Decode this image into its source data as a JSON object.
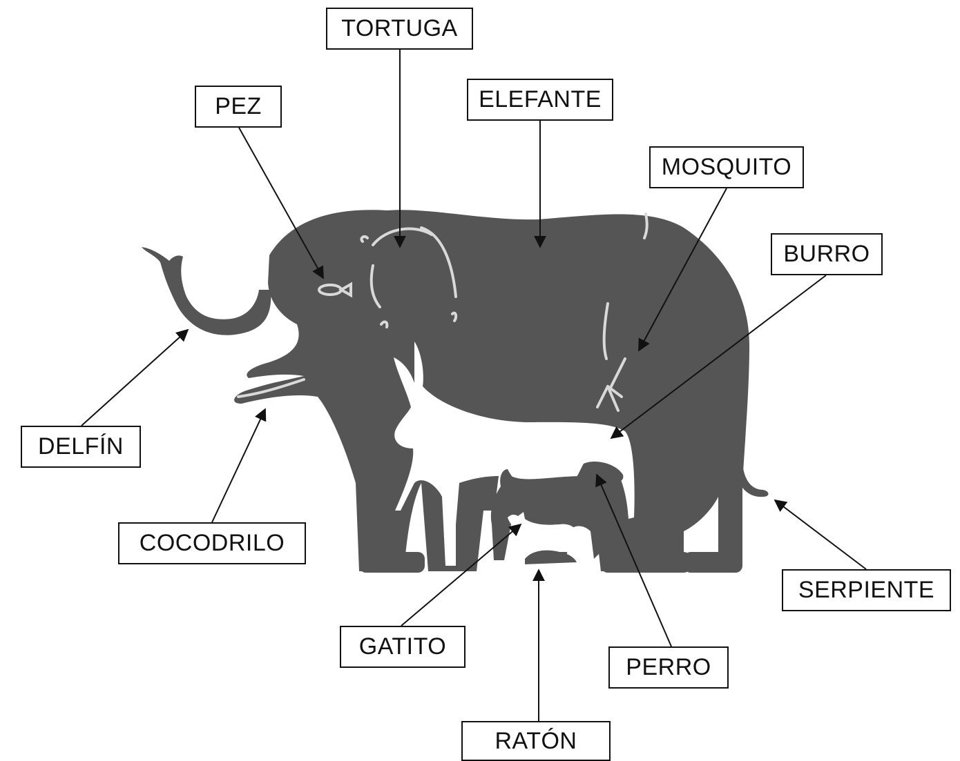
{
  "colors": {
    "silhouette": "#555555",
    "inner_shape": "#ffffff",
    "detail_line": "#d9d9d9",
    "leader_line": "#111111"
  },
  "labels": {
    "tortuga": "TORTUGA",
    "pez": "PEZ",
    "elefante": "ELEFANTE",
    "mosquito": "MOSQUITO",
    "burro": "BURRO",
    "delfin": "DELFÍN",
    "cocodrilo": "COCODRILO",
    "serpiente": "SERPIENTE",
    "gatito": "GATITO",
    "perro": "PERRO",
    "raton": "RATÓN"
  }
}
